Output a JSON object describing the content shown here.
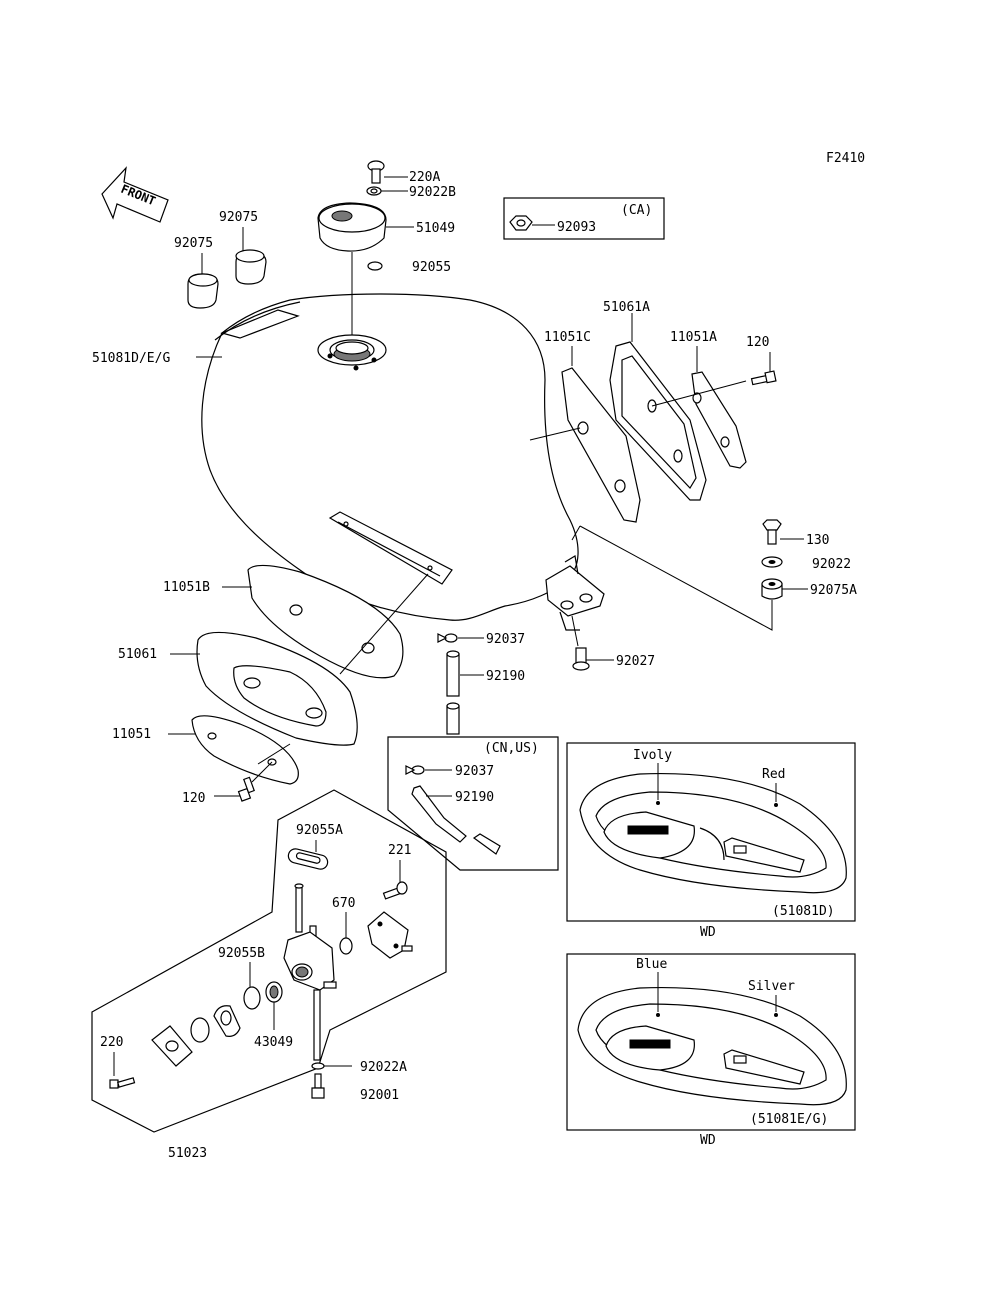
{
  "figure_code": "F2410",
  "front_arrow": "FRONT",
  "callouts": {
    "p220A": "220A",
    "p92022B": "92022B",
    "p51049": "51049",
    "p92055": "92055",
    "p92093": "92093",
    "ca_note": "(CA)",
    "p92075_a": "92075",
    "p92075_b": "92075",
    "p51081DEG": "51081D/E/G",
    "p51061A": "51061A",
    "p11051C": "11051C",
    "p11051A": "11051A",
    "p120_a": "120",
    "p130": "130",
    "p92022": "92022",
    "p92075A": "92075A",
    "p11051B": "11051B",
    "p92037_a": "92037",
    "p92190_a": "92190",
    "p92027": "92027",
    "p51061": "51061",
    "p11051": "11051",
    "p120_b": "120",
    "cn_us_note": "(CN,US)",
    "p92037_b": "92037",
    "p92190_b": "92190",
    "p92055A": "92055A",
    "p221": "221",
    "p670": "670",
    "p92055B": "92055B",
    "p43049": "43049",
    "p220": "220",
    "p92022A": "92022A",
    "p92001": "92001",
    "p51023": "51023"
  },
  "decal_top": {
    "color1": "Ivoly",
    "color2": "Red",
    "part": "(51081D)",
    "caption": "WD"
  },
  "decal_bottom": {
    "color1": "Blue",
    "color2": "Silver",
    "part": "(51081E/G)",
    "caption": "WD"
  },
  "colors": {
    "line": "#000000",
    "background": "#ffffff"
  }
}
